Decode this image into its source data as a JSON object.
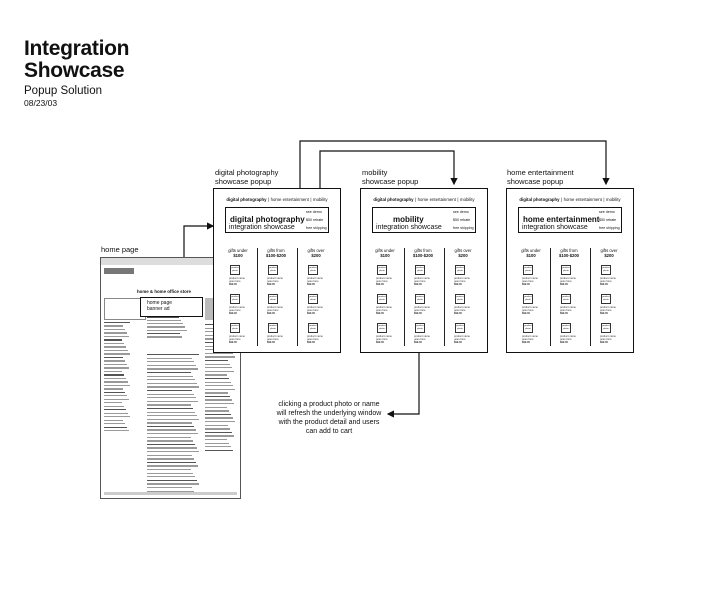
{
  "header": {
    "title_line1": "Integration",
    "title_line2": "Showcase",
    "subtitle": "Popup Solution",
    "date": "08/23/03"
  },
  "home_page": {
    "label": "home page",
    "store_title": "home & home office store",
    "banner_label_line1": "home page",
    "banner_label_line2": "banner ad"
  },
  "popups": [
    {
      "label_line1": "digital photography",
      "label_line2": "showcase popup",
      "tabs": [
        "digital photography",
        "home entertainment",
        "mobility"
      ],
      "active_tab": 0,
      "hero_title": "digital photography",
      "hero_subtitle": "integration showcase",
      "hero_side": [
        "see demo",
        "$50 rebate",
        "free shipping"
      ],
      "columns": [
        {
          "head1": "gifts under",
          "head2": "$100"
        },
        {
          "head1": "gifts from",
          "head2": "$100-$200"
        },
        {
          "head1": "gifts over",
          "head2": "$200"
        }
      ]
    },
    {
      "label_line1": "mobility",
      "label_line2": "showcase popup",
      "tabs": [
        "digital photography",
        "home entertainment",
        "mobility"
      ],
      "active_tab": 0,
      "hero_title": "mobility",
      "hero_subtitle": "integration showcase",
      "hero_side": [
        "see demo",
        "$50 rebate",
        "free shipping"
      ],
      "columns": [
        {
          "head1": "gifts under",
          "head2": "$100"
        },
        {
          "head1": "gifts from",
          "head2": "$100-$200"
        },
        {
          "head1": "gifts over",
          "head2": "$200"
        }
      ]
    },
    {
      "label_line1": "home entertainment",
      "label_line2": "showcase popup",
      "tabs": [
        "digital photography",
        "home entertainment",
        "mobility"
      ],
      "active_tab": 0,
      "hero_title": "home entertainment",
      "hero_subtitle": "integration showcase",
      "hero_side": [
        "see demo",
        "$50 rebate",
        "free shipping"
      ],
      "columns": [
        {
          "head1": "gifts under",
          "head2": "$100"
        },
        {
          "head1": "gifts from",
          "head2": "$100-$200"
        },
        {
          "head1": "gifts over",
          "head2": "$200"
        }
      ]
    }
  ],
  "product": {
    "thumb_line1": "product",
    "thumb_line2": "photo",
    "name1": "product name",
    "name2": "goes here",
    "price": "$99.00"
  },
  "annotation": {
    "line1": "clicking a product photo or name",
    "line2": "will refresh the underlying window",
    "line3": "with the product detail and users",
    "line4": "can add to cart"
  }
}
